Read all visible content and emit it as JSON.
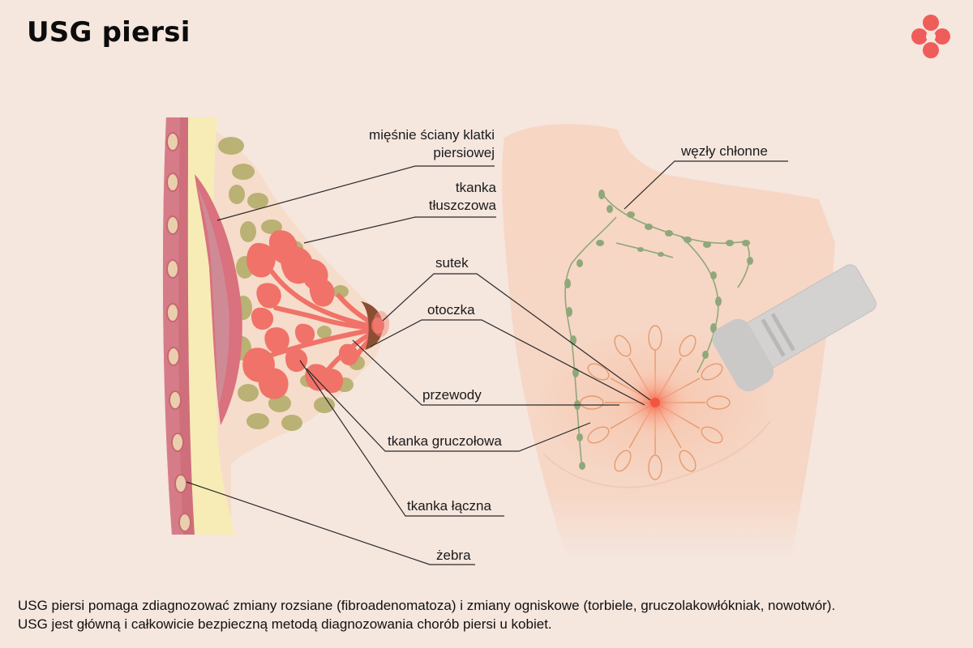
{
  "header": {
    "title": "USG piersi"
  },
  "labels": {
    "chest_muscles_line1": "mięśnie ściany klatki",
    "chest_muscles_line2": "piersiowej",
    "fat_tissue_line1": "tkanka",
    "fat_tissue_line2": "tłuszczowa",
    "nipple": "sutek",
    "areola": "otoczka",
    "ducts": "przewody",
    "glandular_tissue": "tkanka gruczołowa",
    "connective_tissue": "tkanka łączna",
    "ribs": "żebra",
    "lymph_nodes": "węzły chłonne"
  },
  "caption": {
    "line1": "USG piersi pomaga zdiagnozować zmiany rozsiane (fibroadenomatoza) i zmiany ogniskowe (torbiele, gruczolakowłókniak, nowotwór).",
    "line2": "USG jest główną i całkowicie bezpieczną metodą diagnozowania chorób piersi u kobiet."
  },
  "colors": {
    "background": "#f5e6de",
    "accent_logo": "#ef5d5b",
    "gland": "#f07268",
    "fat": "#b4ad6b",
    "muscle": "#cf6f7b",
    "rib": "#e9cfae",
    "skin": "#f6d4c2",
    "probe": "#cbc8c8",
    "lymph": "#8fa87a"
  },
  "icons": {
    "logo": "four-petal-logo-icon"
  }
}
